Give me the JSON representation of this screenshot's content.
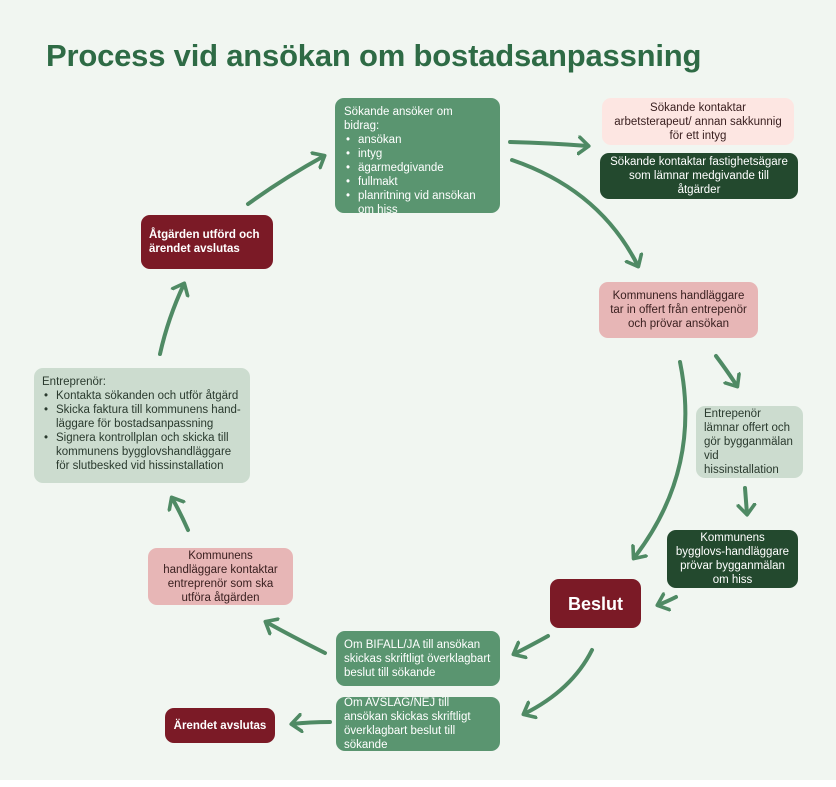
{
  "title": "Process vid ansökan om bostadsanpassning",
  "colors": {
    "title": "#2e6b45",
    "arrow": "#4f8a64",
    "mid_green": "#5a9570",
    "light_green": "#ccdccf",
    "pink": "#e7b6b6",
    "pale_pink": "#fde6e2",
    "dark_green": "#23492e",
    "dark_red": "#7b1a26"
  },
  "nodes": {
    "application": {
      "heading": "Sökande ansöker om bidrag:",
      "items": [
        "ansökan",
        "intyg",
        "ägarmedgivande",
        "fullmakt",
        "planritning vid ansökan om hiss"
      ]
    },
    "certificate": "Sökande kontaktar arbetsterapeut/ annan sakkunnig för ett intyg",
    "owner": "Sökande kontaktar fastighetsägare som lämnar medgivande till åtgärder",
    "case_officer_offer": "Kommunens handläggare tar in offert från entrepenör och prövar ansökan",
    "contractor_offer": "Entrepenör lämnar offert och gör bygganmälan vid hissinstallation",
    "building_permit": "Kommunens bygglovs-handläggare prövar bygganmälan om hiss",
    "decision": "Beslut",
    "approved": "Om BIFALL/JA till ansökan skickas skriftligt överklagbart beslut till sökande",
    "rejected": "Om AVSLAG/NEJ till ansökan skickas skriftligt överklagbart beslut till sökande",
    "closed": "Ärendet avslutas",
    "contact_contractor": "Kommunens handläggare kontaktar entreprenör som ska utföra åtgärden",
    "contractor": {
      "heading": "Entreprenör:",
      "items": [
        "Kontakta sökanden och utför åtgärd",
        "Skicka faktura till kommunens hand-läggare för bostadsanpassning",
        "Signera kontrollplan och skicka till kommunens bygglovshandläggare för slutbesked vid hissinstallation"
      ]
    },
    "done": "Åtgärden utförd och ärendet avslutas"
  }
}
